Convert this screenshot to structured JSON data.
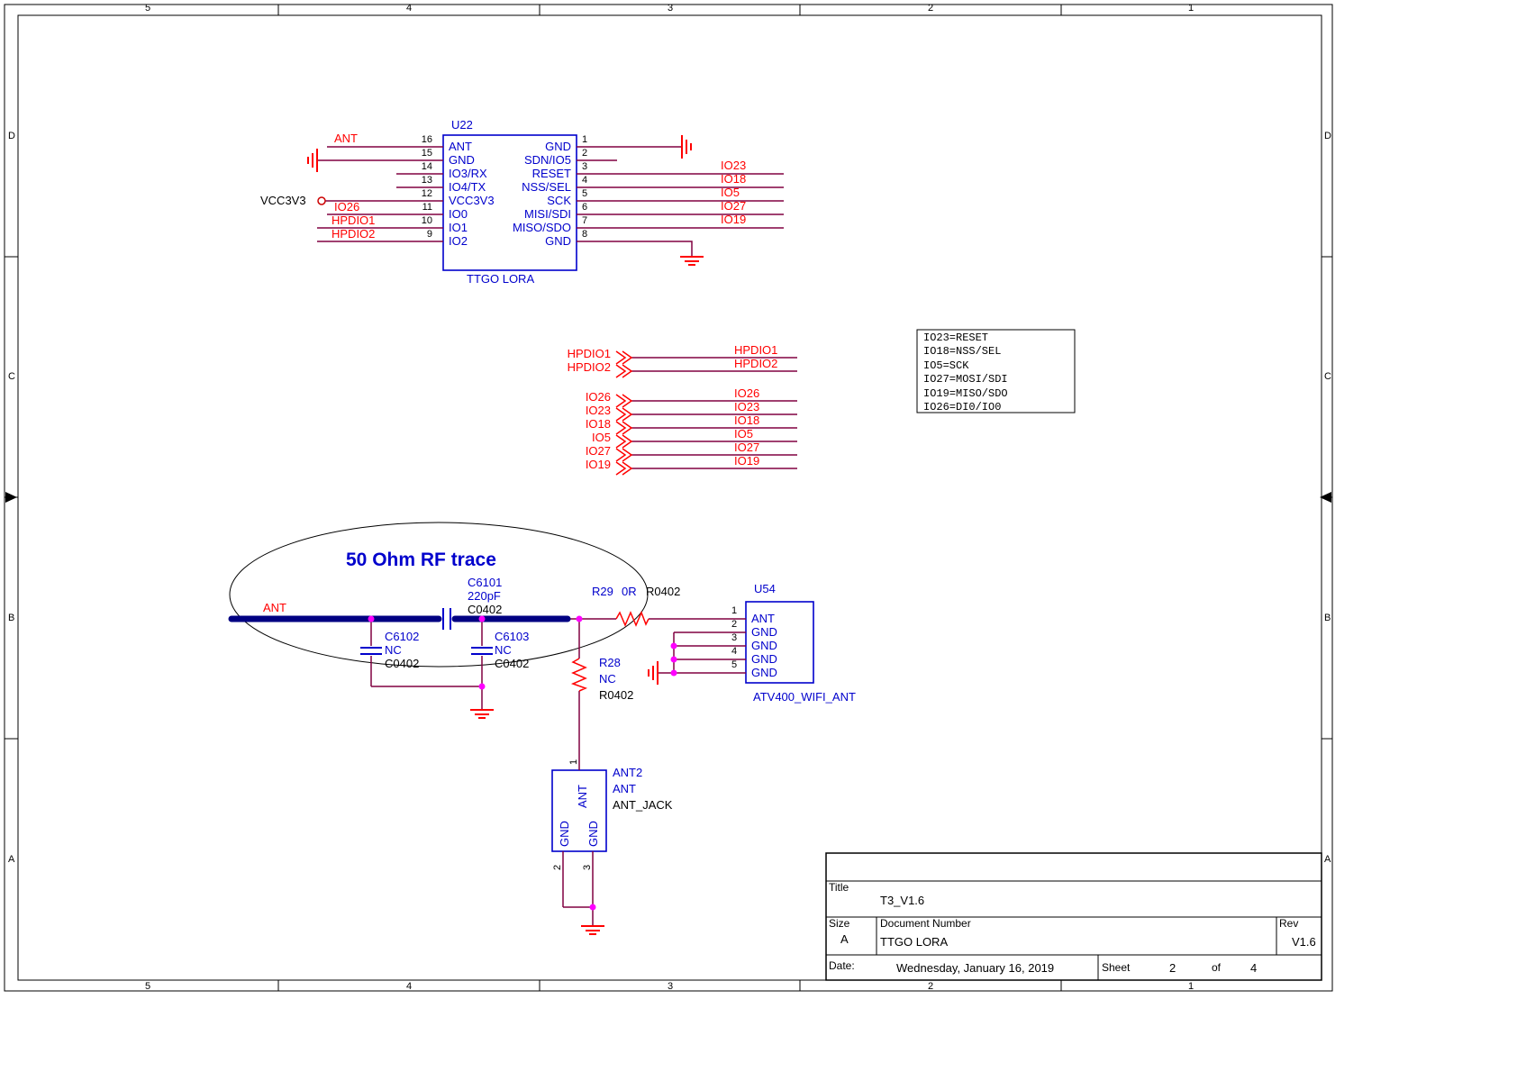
{
  "frame": {
    "cols": [
      "5",
      "4",
      "3",
      "2",
      "1"
    ],
    "rows": [
      "D",
      "C",
      "B",
      "A"
    ]
  },
  "u22": {
    "ref": "U22",
    "part_name": "TTGO LORA",
    "left_pins": [
      {
        "num": "16",
        "label": "ANT"
      },
      {
        "num": "15",
        "label": "GND"
      },
      {
        "num": "14",
        "label": "IO3/RX"
      },
      {
        "num": "13",
        "label": "IO4/TX"
      },
      {
        "num": "12",
        "label": "VCC3V3"
      },
      {
        "num": "11",
        "label": "IO0"
      },
      {
        "num": "10",
        "label": "IO1"
      },
      {
        "num": "9",
        "label": "IO2"
      }
    ],
    "right_pins": [
      {
        "num": "1",
        "label": "GND"
      },
      {
        "num": "2",
        "label": "SDN/IO5"
      },
      {
        "num": "3",
        "label": "RESET"
      },
      {
        "num": "4",
        "label": "NSS/SEL"
      },
      {
        "num": "5",
        "label": "SCK"
      },
      {
        "num": "6",
        "label": "MISI/SDI"
      },
      {
        "num": "7",
        "label": "MISO/SDO"
      },
      {
        "num": "8",
        "label": "GND"
      }
    ],
    "net_ant": "ANT",
    "net_vcc": "VCC3V3",
    "net_io26": "IO26",
    "net_hpdio1": "HPDIO1",
    "net_hpdio2": "HPDIO2",
    "right_nets": [
      "IO23",
      "IO18",
      "IO5",
      "IO27",
      "IO19"
    ]
  },
  "netties": {
    "left": [
      "HPDIO1",
      "HPDIO2",
      "IO26",
      "IO23",
      "IO18",
      "IO5",
      "IO27",
      "IO19"
    ],
    "right": [
      "HPDIO1",
      "HPDIO2",
      "IO26",
      "IO23",
      "IO18",
      "IO5",
      "IO27",
      "IO19"
    ]
  },
  "note": {
    "lines": [
      "IO23=RESET",
      "IO18=NSS/SEL",
      "IO5=SCK",
      "IO27=MOSI/SDI",
      "IO19=MISO/SDO",
      "IO26=DI0/IO0"
    ]
  },
  "rf": {
    "callout": "50 Ohm RF trace",
    "ant_net": "ANT",
    "c6101": {
      "ref": "C6101",
      "value": "220pF",
      "footprint": "C0402"
    },
    "c6102": {
      "ref": "C6102",
      "value": "NC",
      "footprint": "C0402"
    },
    "c6103": {
      "ref": "C6103",
      "value": "NC",
      "footprint": "C0402"
    },
    "r29": {
      "ref": "R29",
      "value": "0R",
      "footprint": "R0402"
    },
    "r28": {
      "ref": "R28",
      "value": "NC",
      "footprint": "R0402"
    },
    "u54": {
      "ref": "U54",
      "part_name": "ATV400_WIFI_ANT",
      "pins": [
        {
          "num": "1",
          "label": "ANT"
        },
        {
          "num": "2",
          "label": "GND"
        },
        {
          "num": "3",
          "label": "GND"
        },
        {
          "num": "4",
          "label": "GND"
        },
        {
          "num": "5",
          "label": "GND"
        }
      ]
    },
    "jack": {
      "ref": "ANT2",
      "value": "ANT",
      "part_name": "ANT_JACK",
      "pin1": {
        "num": "1",
        "label": "ANT"
      },
      "pin2": {
        "num": "2",
        "label": "GND"
      },
      "pin3": {
        "num": "3",
        "label": "GND"
      }
    }
  },
  "title_block": {
    "title_label": "Title",
    "title": "T3_V1.6",
    "size_label": "Size",
    "size": "A",
    "doc_label": "Document Number",
    "doc": "TTGO LORA",
    "rev_label": "Rev",
    "rev": "V1.6",
    "date_label": "Date:",
    "date": "Wednesday, January 16, 2019",
    "sheet_label": "Sheet",
    "sheet": "2",
    "of_label": "of",
    "sheet_total": "4"
  },
  "colors": {
    "wire": "#800040",
    "net_label": "#ff0000",
    "component": "#0000cc",
    "rf_trace": "#000082",
    "junction_dot": "#ff00ff"
  }
}
